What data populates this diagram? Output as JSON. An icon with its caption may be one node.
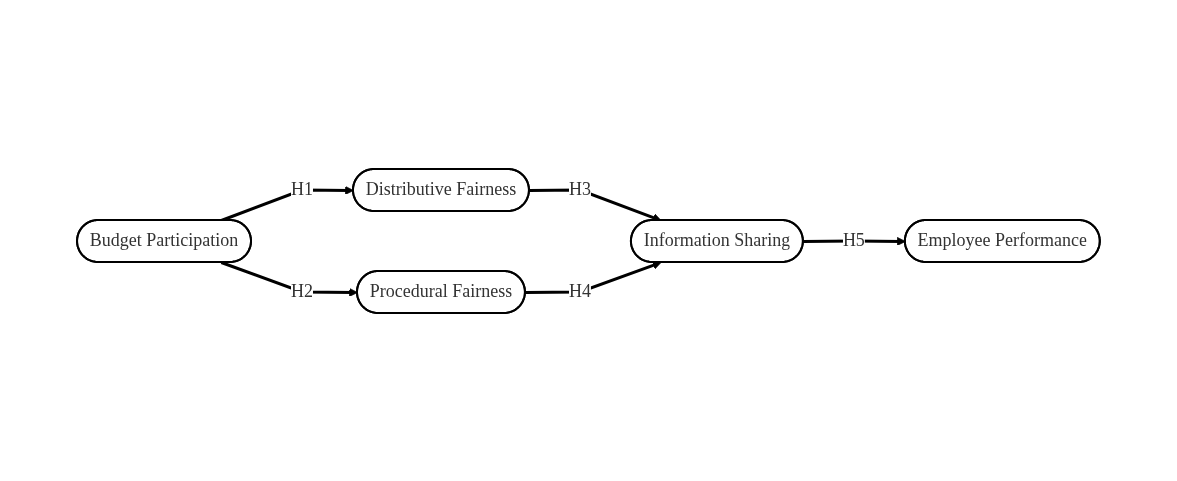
{
  "diagram": {
    "nodes": [
      {
        "text": [
          "Distributive Fairness"
        ]
      },
      {
        "text": [
          "Budget Participation"
        ]
      },
      {
        "text": [
          "Procedural Fairness"
        ]
      },
      {
        "text": [
          "Information Sharing"
        ]
      },
      {
        "text": [
          "Employee Performance"
        ]
      }
    ],
    "edges": [
      {
        "from": 1,
        "to": 0,
        "arrow": "to",
        "label": "H1"
      },
      {
        "from": 1,
        "to": 2,
        "arrow": "to",
        "label": "H2"
      },
      {
        "from": 0,
        "to": 3,
        "arrow": "to",
        "label": "H3"
      },
      {
        "from": 2,
        "to": 3,
        "arrow": "to",
        "label": "H4"
      },
      {
        "from": 3,
        "to": 4,
        "arrow": "to",
        "label": "H5"
      }
    ]
  }
}
